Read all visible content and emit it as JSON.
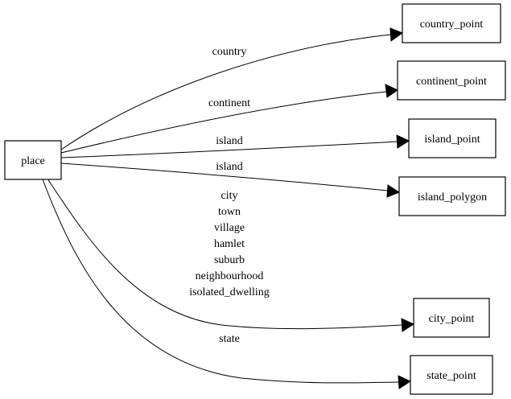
{
  "nodes": {
    "place": "place",
    "country_point": "country_point",
    "continent_point": "continent_point",
    "island_point": "island_point",
    "island_polygon": "island_polygon",
    "city_point": "city_point",
    "state_point": "state_point"
  },
  "edges": {
    "country": [
      "country"
    ],
    "continent": [
      "continent"
    ],
    "island_point": [
      "island"
    ],
    "island_polygon": [
      "island"
    ],
    "city": [
      "city",
      "town",
      "village",
      "hamlet",
      "suburb",
      "neighbourhood",
      "isolated_dwelling"
    ],
    "state": [
      "state"
    ]
  }
}
